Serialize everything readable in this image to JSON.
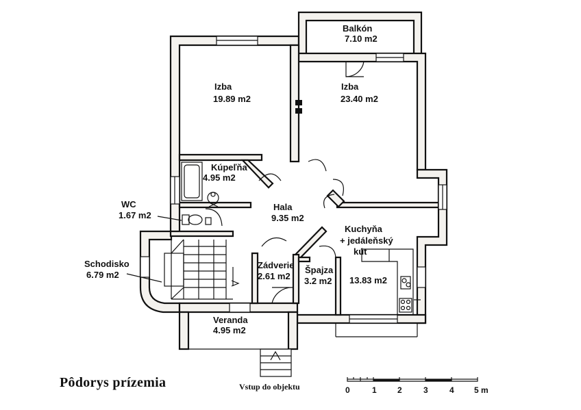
{
  "title": "Pôdorys prízemia",
  "entry_label": "Vstup do objektu",
  "rooms": {
    "balkon": {
      "name": "Balkón",
      "area": "7.10 m2"
    },
    "izba1": {
      "name": "Izba",
      "area": "19.89 m2"
    },
    "izba2": {
      "name": "Izba",
      "area": "23.40 m2"
    },
    "kupelna": {
      "name": "Kúpeľňa",
      "area": "4.95 m2"
    },
    "wc": {
      "name": "WC",
      "area": "1.67 m2"
    },
    "hala": {
      "name": "Hala",
      "area": "9.35 m2"
    },
    "kuchyna": {
      "name_line1": "Kuchyňa",
      "name_line2": "+ jedáleňský",
      "name_line3": "kút",
      "area": "13.83 m2"
    },
    "schodisko": {
      "name": "Schodisko",
      "area": "6.79 m2"
    },
    "zadverie": {
      "name": "Zádverie",
      "area": "2.61 m2"
    },
    "spajza": {
      "name": "Špajza",
      "area": "3.2 m2"
    },
    "veranda": {
      "name": "Veranda",
      "area": "4.95 m2"
    }
  },
  "scale": {
    "labels": [
      "0",
      "1",
      "2",
      "3",
      "4",
      "5 m"
    ]
  }
}
